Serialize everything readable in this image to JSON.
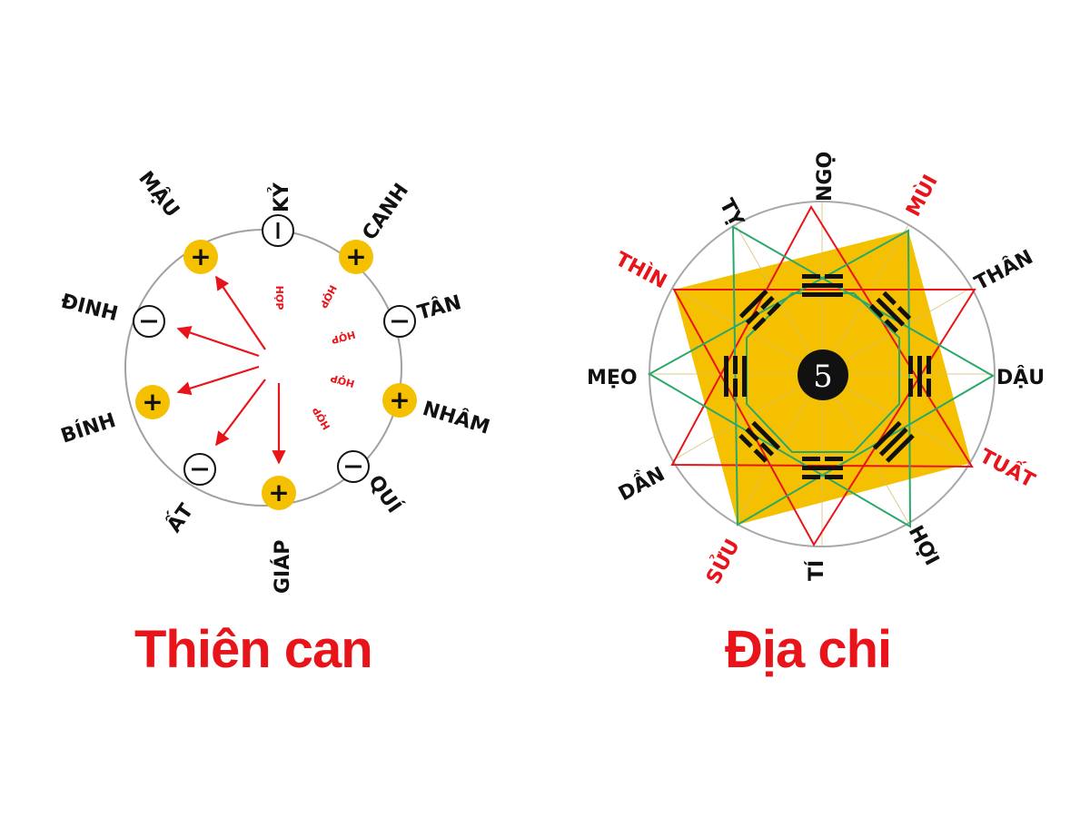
{
  "colors": {
    "title": "#e8141a",
    "yang_fill": "#f5c000",
    "arrow": "#e8141a",
    "square_fill": "#f5c000",
    "triangle_red": "#e8141a",
    "triangle_green": "#2aa86a",
    "circle_stroke": "#a0a0a0"
  },
  "thien_can": {
    "title": "Thiên can",
    "stems": [
      {
        "name": "GIÁP",
        "polarity": "+"
      },
      {
        "name": "ẤT",
        "polarity": "−"
      },
      {
        "name": "BÍNH",
        "polarity": "+"
      },
      {
        "name": "ĐINH",
        "polarity": "−"
      },
      {
        "name": "MẬU",
        "polarity": "+"
      },
      {
        "name": "KỶ",
        "polarity": "−"
      },
      {
        "name": "CANH",
        "polarity": "+"
      },
      {
        "name": "TÂN",
        "polarity": "−"
      },
      {
        "name": "NHÂM",
        "polarity": "+"
      },
      {
        "name": "QUÍ",
        "polarity": "−"
      }
    ],
    "hop_label": "HỢP",
    "hop_pairs": [
      [
        "GIÁP",
        "KỶ"
      ],
      [
        "ẤT",
        "CANH"
      ],
      [
        "BÍNH",
        "TÂN"
      ],
      [
        "ĐINH",
        "NHÂM"
      ],
      [
        "MẬU",
        "QUÍ"
      ]
    ]
  },
  "dia_chi": {
    "title": "Địa chi",
    "center_number": "5",
    "branches": [
      {
        "name": "NGỌ",
        "highlight": false
      },
      {
        "name": "MÙI",
        "highlight": true
      },
      {
        "name": "THÂN",
        "highlight": false
      },
      {
        "name": "DẬU",
        "highlight": false
      },
      {
        "name": "TUẤT",
        "highlight": true
      },
      {
        "name": "HỢI",
        "highlight": false
      },
      {
        "name": "TÍ",
        "highlight": false
      },
      {
        "name": "SỬU",
        "highlight": true
      },
      {
        "name": "DẦN",
        "highlight": false
      },
      {
        "name": "MẸO",
        "highlight": false
      },
      {
        "name": "THÌN",
        "highlight": true
      },
      {
        "name": "TỴ",
        "highlight": false
      }
    ]
  }
}
